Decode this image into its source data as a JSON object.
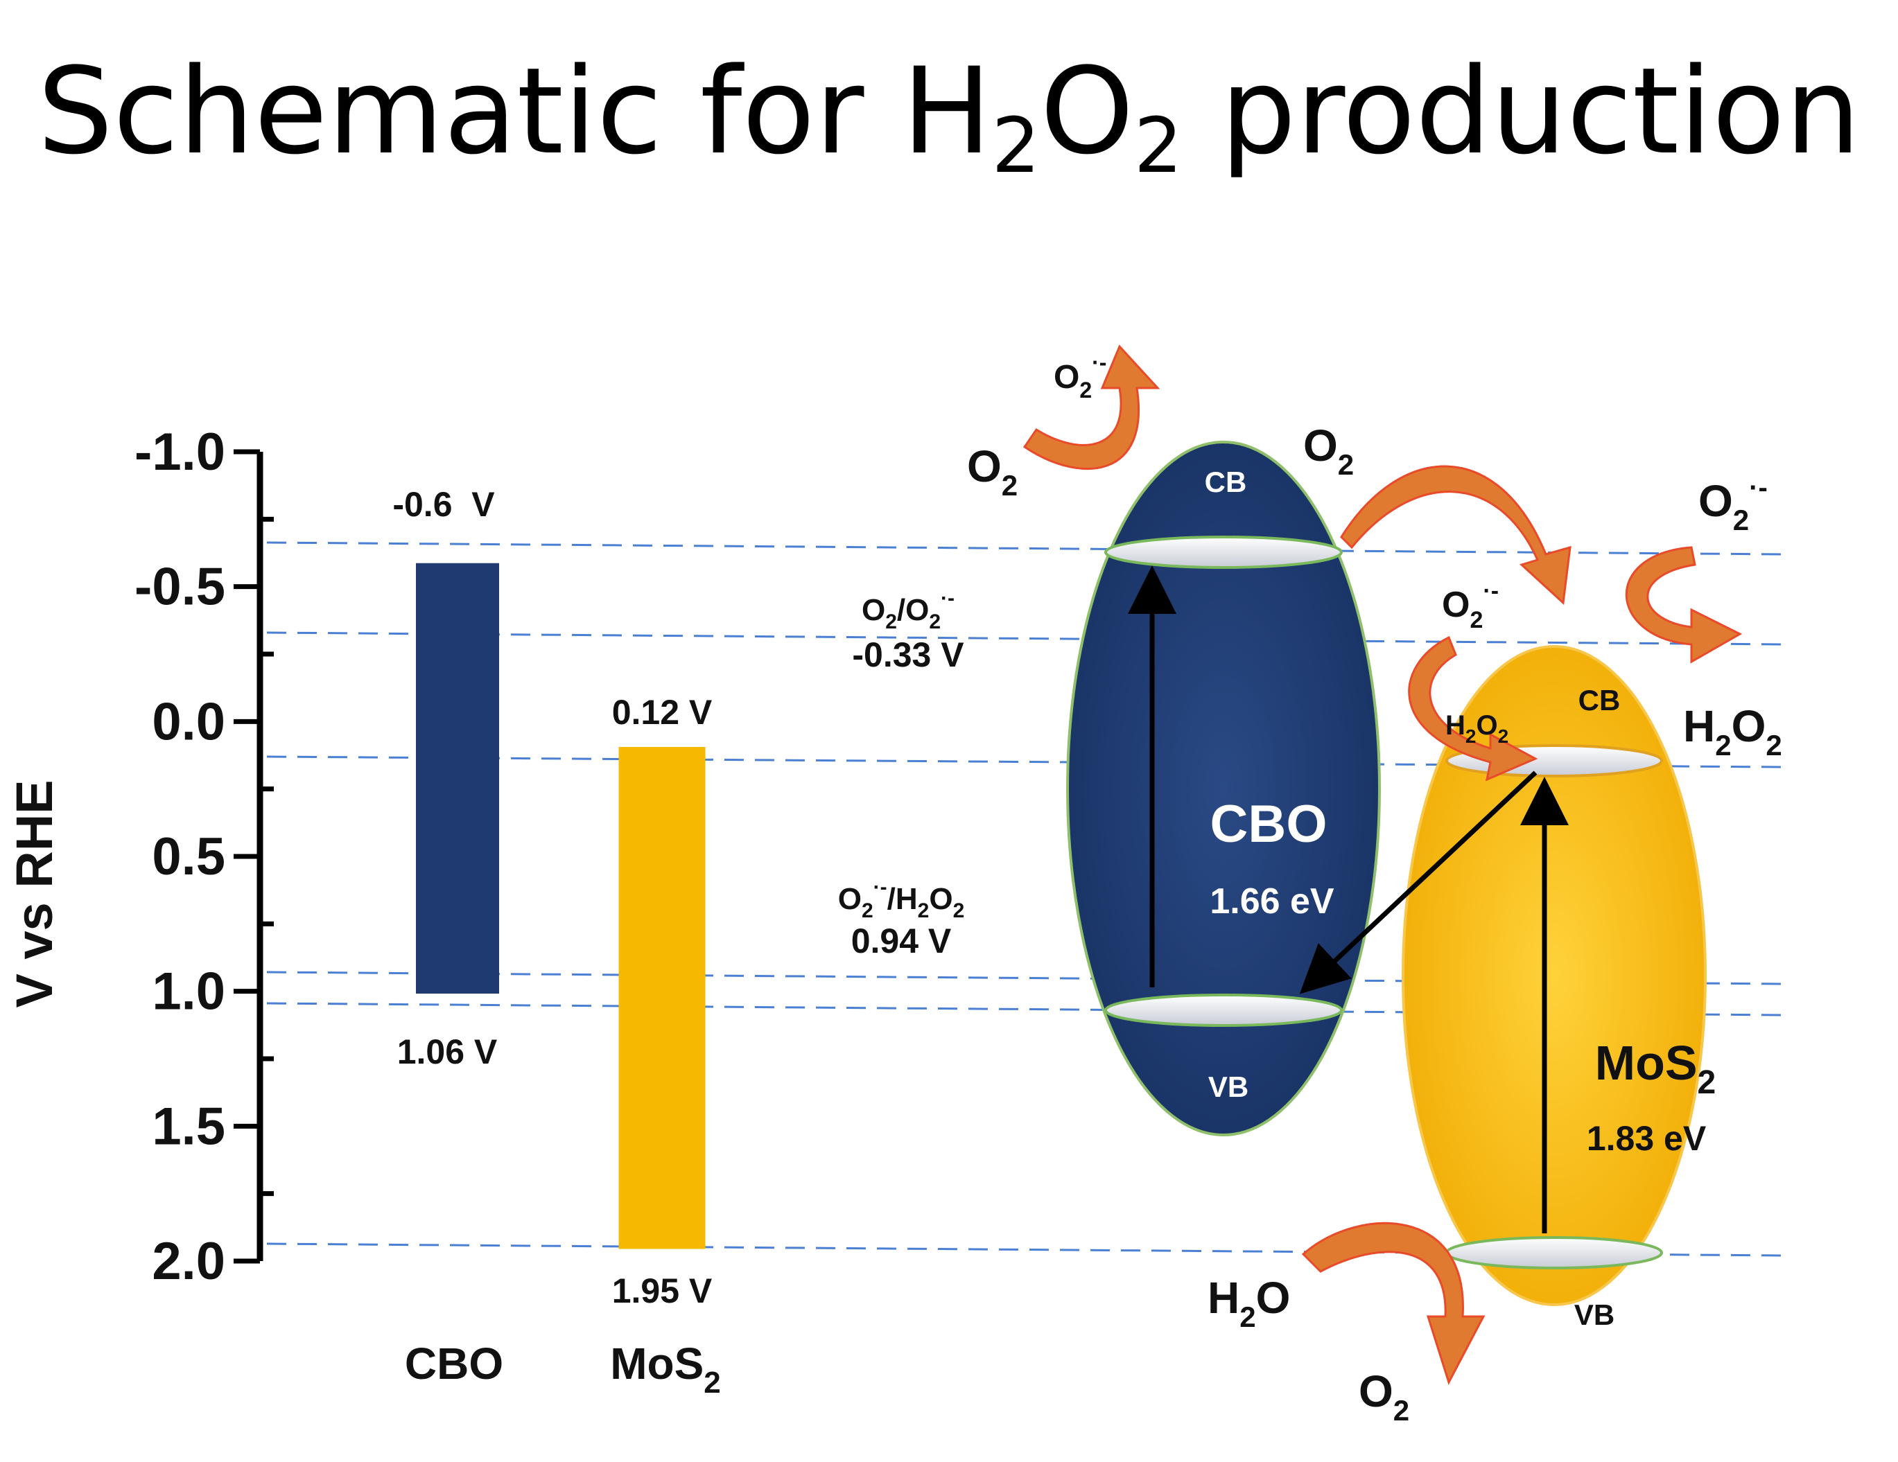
{
  "title": {
    "before": "Schematic for H",
    "sub1": "2",
    "mid": "O",
    "sub2": "2",
    "after": " production"
  },
  "axis": {
    "label": "V vs RHE",
    "ticks": [
      "-1.0",
      "-0.5",
      "0.0",
      "0.5",
      "1.0",
      "1.5",
      "2.0"
    ]
  },
  "bars": {
    "cbo": {
      "name": "CBO",
      "top_label": "-0.6  V",
      "bottom_label": "1.06 V",
      "color": "#1e3a6e"
    },
    "mos2": {
      "name": "MoS",
      "name_sub": "2",
      "top_label": "0.12 V",
      "bottom_label": "1.95 V",
      "color": "#f6b800"
    }
  },
  "potentials": {
    "o2_o2": {
      "line1": "O2/O2·-",
      "value": "-0.33 V"
    },
    "o2_h2o2": {
      "line1": "O2·-/H2O2",
      "value": "0.94 V"
    }
  },
  "cbo_band": {
    "cb": "CB",
    "vb": "VB",
    "name": "CBO",
    "gap": "1.66 eV",
    "color": "#1e3a6e"
  },
  "mos2_band": {
    "cb": "CB",
    "vb": "VB",
    "name": "MoS",
    "name_sub": "2",
    "gap": "1.83 eV",
    "color": "#f6b800"
  },
  "species": {
    "o2": "O",
    "o2_sub": "2",
    "o2rad_sup": "·-",
    "h2o2": "H2O2",
    "h2o": "H2O"
  },
  "chart_data": {
    "type": "bar",
    "categories": [
      "CBO",
      "MoS2"
    ],
    "series": [
      {
        "name": "",
        "values": [
          [
            -0.6,
            1.06
          ],
          [
            0.12,
            1.95
          ]
        ]
      }
    ],
    "ylabel": "V vs RHE",
    "ylim": [
      -1.0,
      2.0
    ],
    "reference_levels": [
      -0.33,
      0.94
    ]
  }
}
